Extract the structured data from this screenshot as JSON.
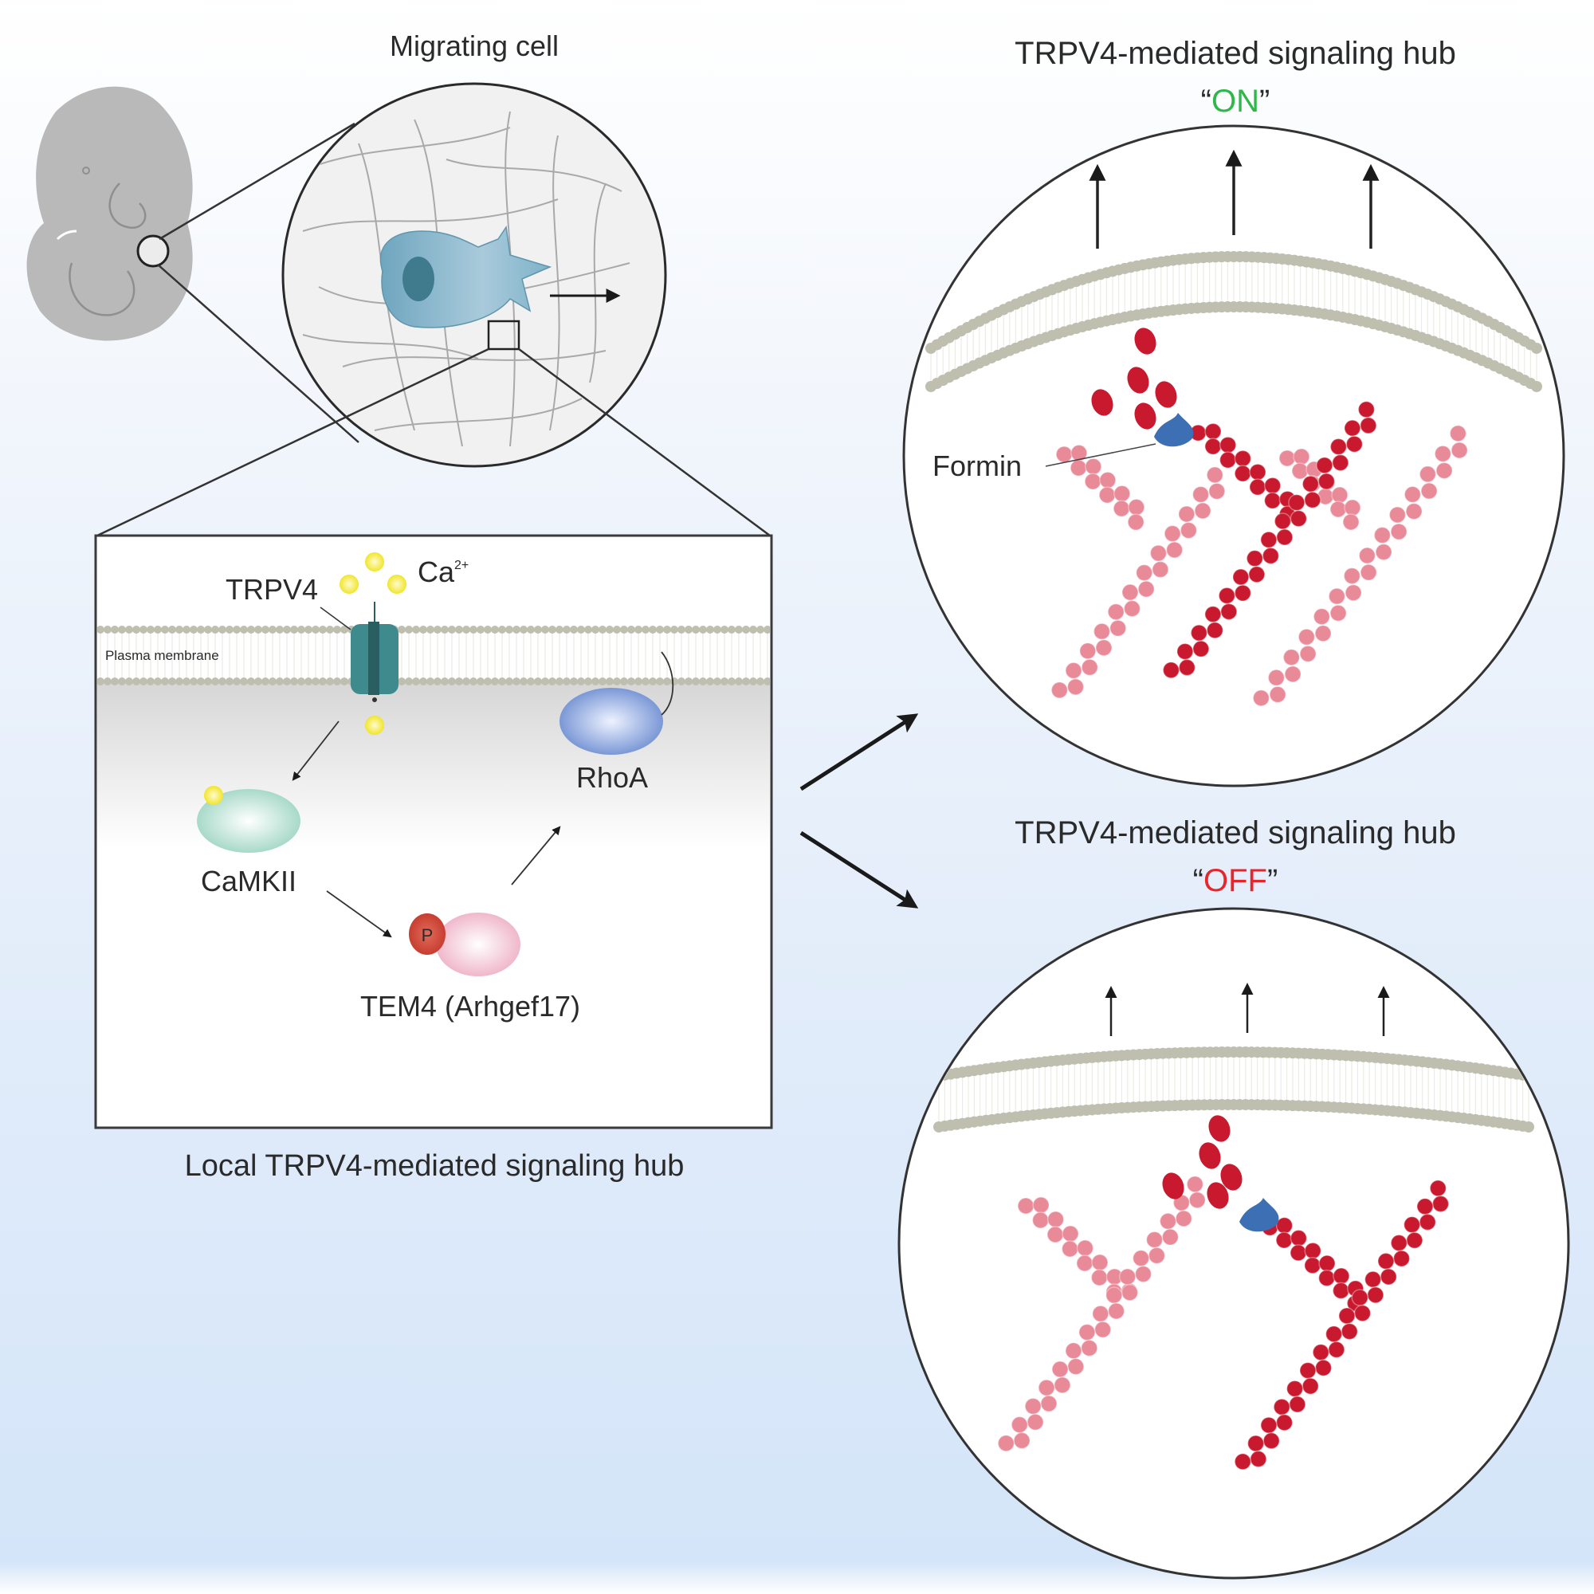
{
  "figure": {
    "migrating_cell": {
      "title": "Migrating cell"
    },
    "inset": {
      "caption": "Local TRPV4-mediated signaling hub",
      "membrane_label": "Plasma membrane",
      "channel_label": "TRPV4",
      "ion_label": "Ca",
      "ion_charge": "2+",
      "proteins": [
        {
          "id": "camkii",
          "label": "CaMKII",
          "color": "#a8dccb"
        },
        {
          "id": "tem4",
          "label": "TEM4 (Arhgef17)",
          "color": "#f2b8cc"
        },
        {
          "id": "rhoa",
          "label": "RhoA",
          "color": "#7f9bd8"
        }
      ],
      "phospho_label": "P"
    },
    "panels": [
      {
        "id": "on",
        "title": "TRPV4-mediated signaling hub",
        "state": "ON",
        "state_color": "#2fb84a",
        "formin_label": "Formin"
      },
      {
        "id": "off",
        "title": "TRPV4-mediated signaling hub",
        "state": "OFF",
        "state_color": "#e8252b"
      }
    ],
    "colors": {
      "actin_dark": "#c8192e",
      "actin_light": "#e98a98",
      "formin": "#3d6fb5",
      "calcium": "#f4ea2a",
      "channel": "#3f8a8c",
      "cell": "#7fb2c9",
      "embryo": "#b9b9b9",
      "membrane": "#bfbfb0"
    }
  }
}
